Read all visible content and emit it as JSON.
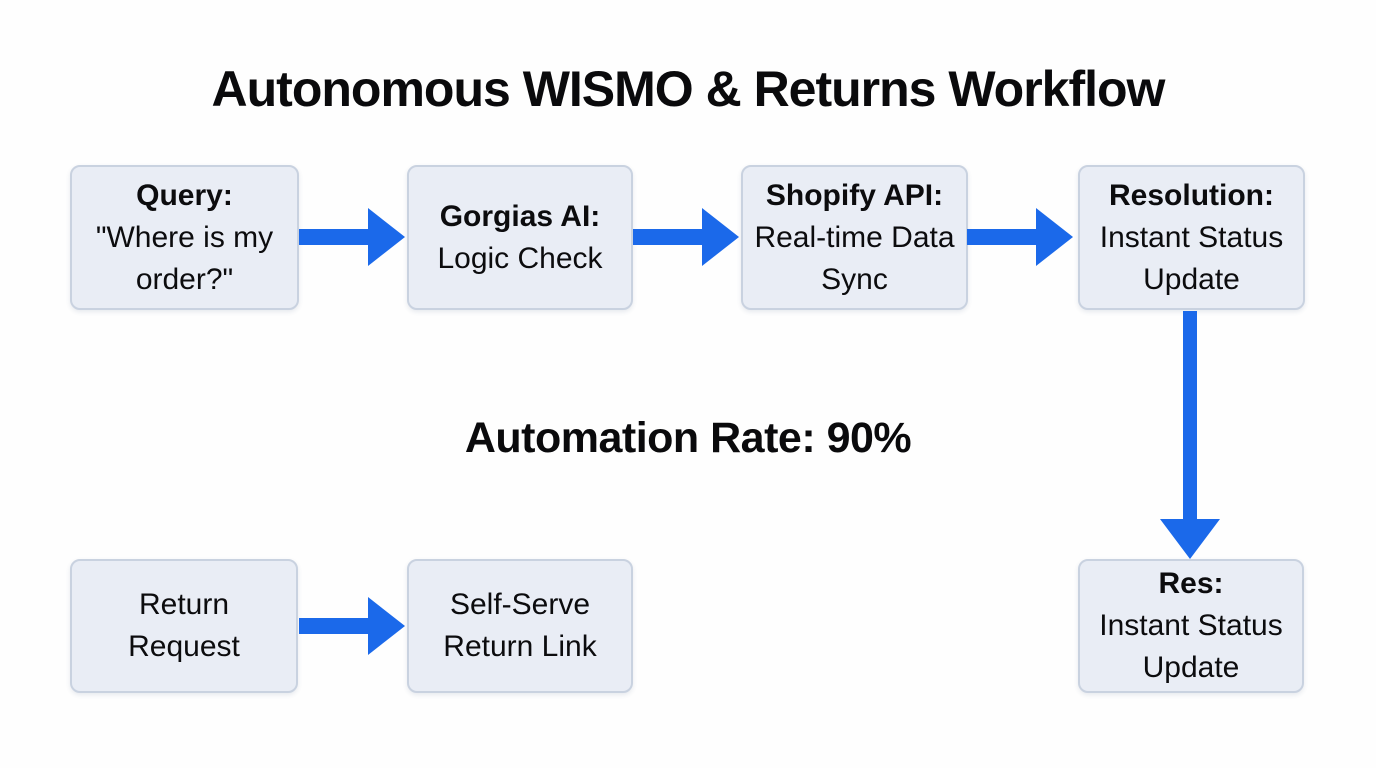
{
  "title": "Autonomous WISMO & Returns Workflow",
  "automation_rate_label": "Automation Rate: 90%",
  "colors": {
    "background": "#ffffff",
    "arrow_blue": "#1b69ea",
    "node_fill": "#e9edf5",
    "node_border": "#c9d2e0",
    "text": "#0c0c0e"
  },
  "nodes": {
    "query": {
      "heading": "Query:",
      "body": "\"Where is my order?\""
    },
    "gorgias": {
      "heading": "Gorgias AI:",
      "body": "Logic Check"
    },
    "shopify": {
      "heading": "Shopify API:",
      "body": "Real-time Data Sync"
    },
    "resolution": {
      "heading": "Resolution:",
      "body": "Instant Status Update"
    },
    "return_request": {
      "body": "Return Request"
    },
    "self_serve": {
      "body": "Self-Serve Return Link"
    },
    "res": {
      "heading": "Res:",
      "body": "Instant Status Update"
    }
  },
  "connections": [
    {
      "from": "query",
      "to": "gorgias",
      "direction": "right"
    },
    {
      "from": "gorgias",
      "to": "shopify",
      "direction": "right"
    },
    {
      "from": "shopify",
      "to": "resolution",
      "direction": "right"
    },
    {
      "from": "resolution",
      "to": "res",
      "direction": "down"
    },
    {
      "from": "return_request",
      "to": "self_serve",
      "direction": "right"
    }
  ]
}
